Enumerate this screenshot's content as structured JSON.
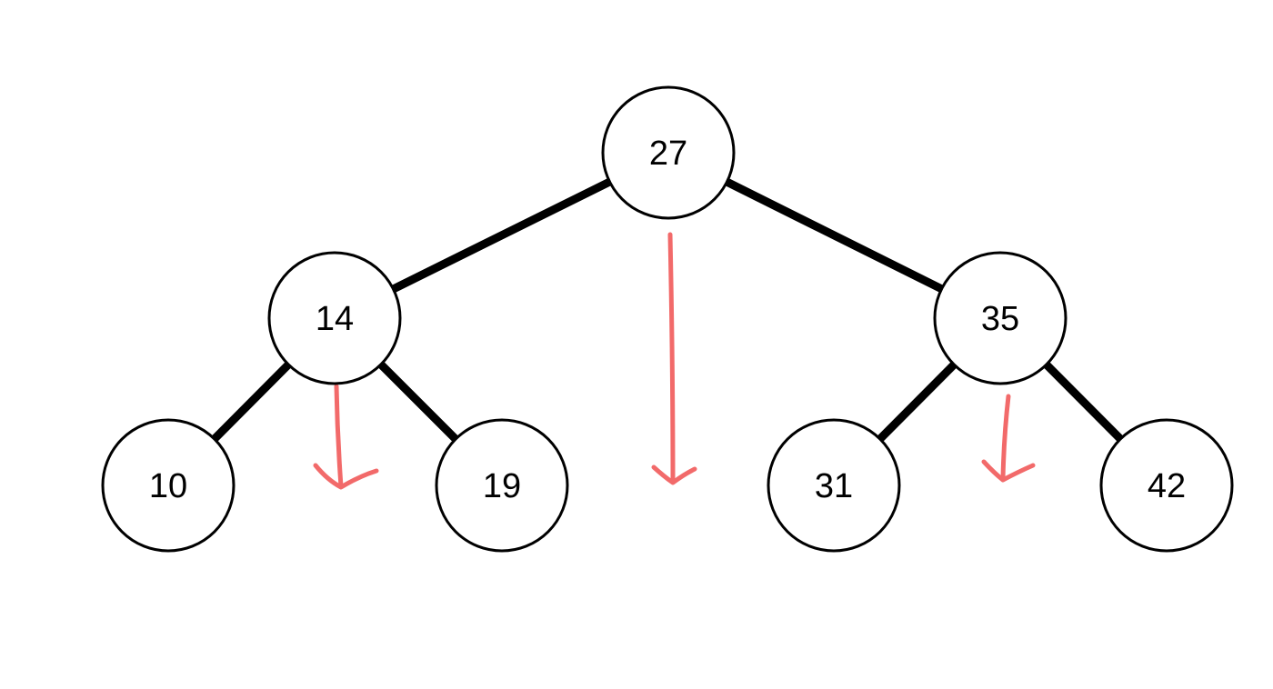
{
  "colors": {
    "edge": "#000000",
    "node_stroke": "#000000",
    "node_fill": "#ffffff",
    "arrow": "#f26a6a"
  },
  "tree": {
    "nodes": [
      {
        "id": "n27",
        "label": "27"
      },
      {
        "id": "n14",
        "label": "14"
      },
      {
        "id": "n35",
        "label": "35"
      },
      {
        "id": "n10",
        "label": "10"
      },
      {
        "id": "n19",
        "label": "19"
      },
      {
        "id": "n31",
        "label": "31"
      },
      {
        "id": "n42",
        "label": "42"
      }
    ],
    "edges": [
      {
        "from": "n27",
        "to": "n14"
      },
      {
        "from": "n27",
        "to": "n35"
      },
      {
        "from": "n14",
        "to": "n10"
      },
      {
        "from": "n14",
        "to": "n19"
      },
      {
        "from": "n35",
        "to": "n31"
      },
      {
        "from": "n35",
        "to": "n42"
      }
    ],
    "arrows": [
      {
        "id": "arrow-below-14",
        "from": "n14"
      },
      {
        "id": "arrow-below-27",
        "from": "n27"
      },
      {
        "id": "arrow-below-35",
        "from": "n35"
      }
    ]
  }
}
